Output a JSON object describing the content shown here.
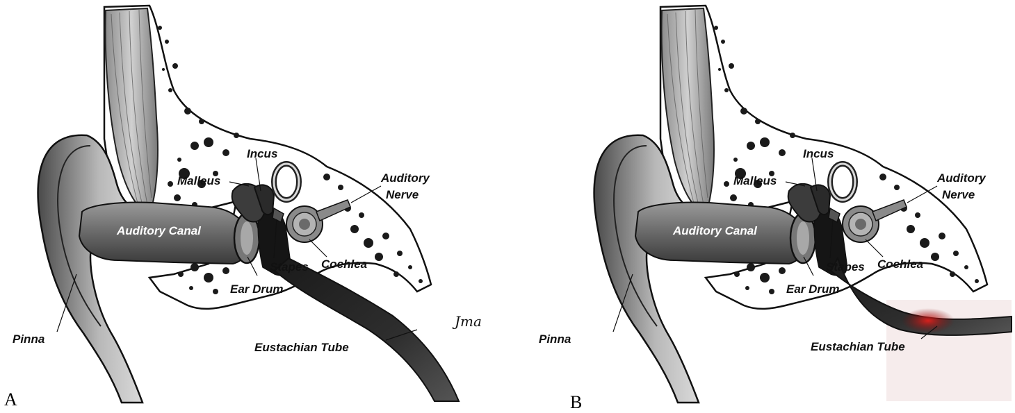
{
  "panels": [
    {
      "letter": "A",
      "labels": {
        "incus": "Incus",
        "malleus": "Malleus",
        "auditory_nerve_1": "Auditory",
        "auditory_nerve_2": "Nerve",
        "auditory_canal": "Auditory Canal",
        "stapes": "Stapes",
        "cochlea": "Cochlea",
        "ear_drum": "Ear Drum",
        "pinna": "Pinna",
        "eustachian_tube": "Eustachian Tube"
      },
      "tube_highlight": false,
      "signature": "Jma"
    },
    {
      "letter": "B",
      "labels": {
        "incus": "Incus",
        "malleus": "Malleus",
        "auditory_nerve_1": "Auditory",
        "auditory_nerve_2": "Nerve",
        "auditory_canal": "Auditory Canal",
        "stapes": "Stapes",
        "cochlea": "Cochlea",
        "ear_drum": "Ear Drum",
        "pinna": "Pinna",
        "eustachian_tube": "Eustachian Tube"
      },
      "tube_highlight": true,
      "highlight_color": "#c0141a"
    }
  ]
}
